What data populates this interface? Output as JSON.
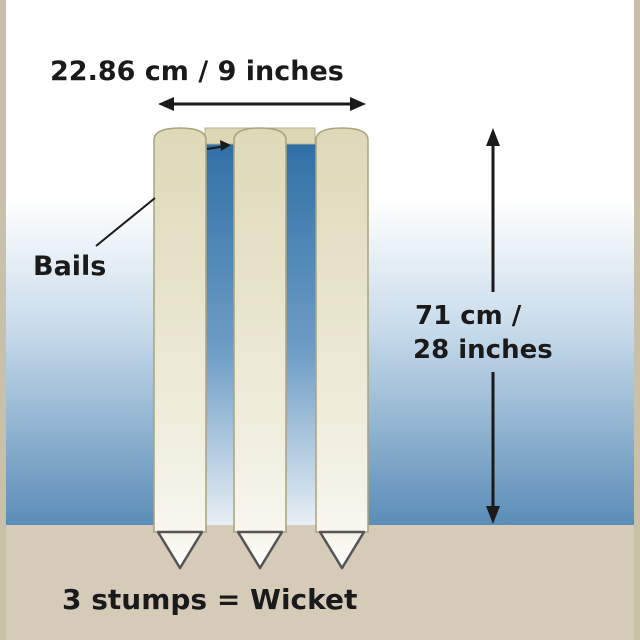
{
  "labels": {
    "width": "22.86 cm / 9 inches",
    "bails": "Bails",
    "height_line1": "71 cm /",
    "height_line2": "28 inches",
    "caption": "3 stumps = Wicket"
  },
  "colors": {
    "sky_top": "#ffffff",
    "sky_bottom": "#5b8db7",
    "gap_blue": "#3b7ab0",
    "stump_light": "#e0ddc0",
    "stump_dark": "#b9b48a",
    "ground": "#d6cbb8",
    "ink": "#1a1a1a"
  }
}
